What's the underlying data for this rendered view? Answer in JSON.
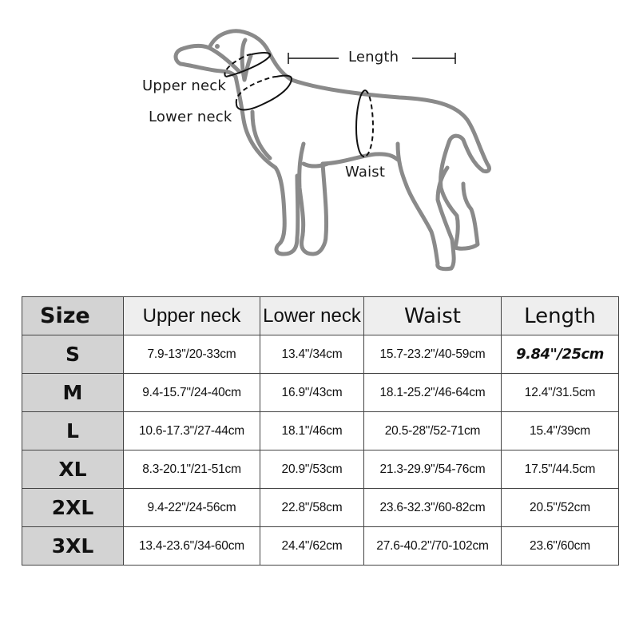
{
  "diagram": {
    "labels": {
      "upper_neck": "Upper neck",
      "lower_neck": "Lower neck",
      "length": "Length",
      "waist": "Waist"
    },
    "outline_color": "#8a8a8a",
    "measure_color": "#111111"
  },
  "table": {
    "headers": [
      "Size",
      "Upper neck",
      "Lower neck",
      "Waist",
      "Length"
    ],
    "rows": [
      {
        "size": "S",
        "upper_neck": "7.9-13\"/20-33cm",
        "lower_neck": "13.4\"/34cm",
        "waist": "15.7-23.2\"/40-59cm",
        "length": "9.84\"/25cm"
      },
      {
        "size": "M",
        "upper_neck": "9.4-15.7\"/24-40cm",
        "lower_neck": "16.9\"/43cm",
        "waist": "18.1-25.2\"/46-64cm",
        "length": "12.4\"/31.5cm"
      },
      {
        "size": "L",
        "upper_neck": "10.6-17.3\"/27-44cm",
        "lower_neck": "18.1\"/46cm",
        "waist": "20.5-28\"/52-71cm",
        "length": "15.4\"/39cm"
      },
      {
        "size": "XL",
        "upper_neck": "8.3-20.1\"/21-51cm",
        "lower_neck": "20.9\"/53cm",
        "waist": "21.3-29.9\"/54-76cm",
        "length": "17.5\"/44.5cm"
      },
      {
        "size": "2XL",
        "upper_neck": "9.4-22\"/24-56cm",
        "lower_neck": "22.8\"/58cm",
        "waist": "23.6-32.3\"/60-82cm",
        "length": "20.5\"/52cm"
      },
      {
        "size": "3XL",
        "upper_neck": "13.4-23.6\"/34-60cm",
        "lower_neck": "24.4\"/62cm",
        "waist": "27.6-40.2\"/70-102cm",
        "length": "23.6\"/60cm"
      }
    ],
    "colors": {
      "header_bg": "#eeeeee",
      "size_col_bg": "#d3d3d3",
      "cell_bg": "#ffffff",
      "border": "#444444"
    }
  }
}
